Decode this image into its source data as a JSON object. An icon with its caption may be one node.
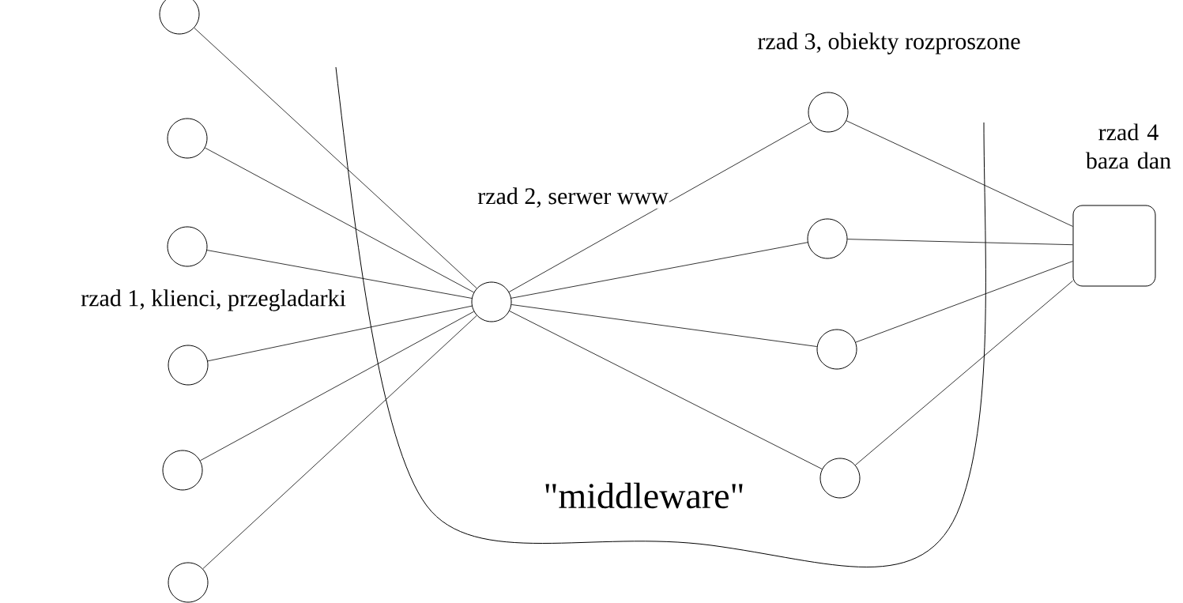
{
  "diagram": {
    "nodes": [
      {
        "text": [],
        "shape": "circle"
      },
      {
        "text": [],
        "shape": "circle"
      },
      {
        "text": [],
        "shape": "circle"
      },
      {
        "text": [],
        "shape": "circle"
      },
      {
        "text": [],
        "shape": "circle"
      },
      {
        "text": [],
        "shape": "circle"
      },
      {
        "text": [],
        "shape": "circle",
        "beside": [
          "rzad 2, serwer www"
        ]
      },
      {
        "text": [],
        "shape": "circle"
      },
      {
        "text": [],
        "shape": "circle"
      },
      {
        "text": [],
        "shape": "circle"
      },
      {
        "text": [],
        "shape": "circle"
      },
      {
        "text": [],
        "shape": "box",
        "beside": [
          "rzad 4 baza dan"
        ]
      }
    ],
    "edges": [
      {
        "from": 0,
        "to": 6,
        "arrow": "none"
      },
      {
        "from": 1,
        "to": 6,
        "arrow": "none"
      },
      {
        "from": 2,
        "to": 6,
        "arrow": "none"
      },
      {
        "from": 3,
        "to": 6,
        "arrow": "none"
      },
      {
        "from": 4,
        "to": 6,
        "arrow": "none"
      },
      {
        "from": 5,
        "to": 6,
        "arrow": "none"
      },
      {
        "from": 6,
        "to": 7,
        "arrow": "none"
      },
      {
        "from": 6,
        "to": 8,
        "arrow": "none"
      },
      {
        "from": 6,
        "to": 9,
        "arrow": "none"
      },
      {
        "from": 6,
        "to": 10,
        "arrow": "none"
      },
      {
        "from": 7,
        "to": 11,
        "arrow": "none"
      },
      {
        "from": 8,
        "to": 11,
        "arrow": "none"
      },
      {
        "from": 9,
        "to": 11,
        "arrow": "none"
      },
      {
        "from": 10,
        "to": 11,
        "arrow": "none"
      }
    ],
    "labels": [
      "rzad 3, obiekty rozproszone",
      "rzad 1, klienci, przegladarki",
      "\"middleware\""
    ]
  }
}
